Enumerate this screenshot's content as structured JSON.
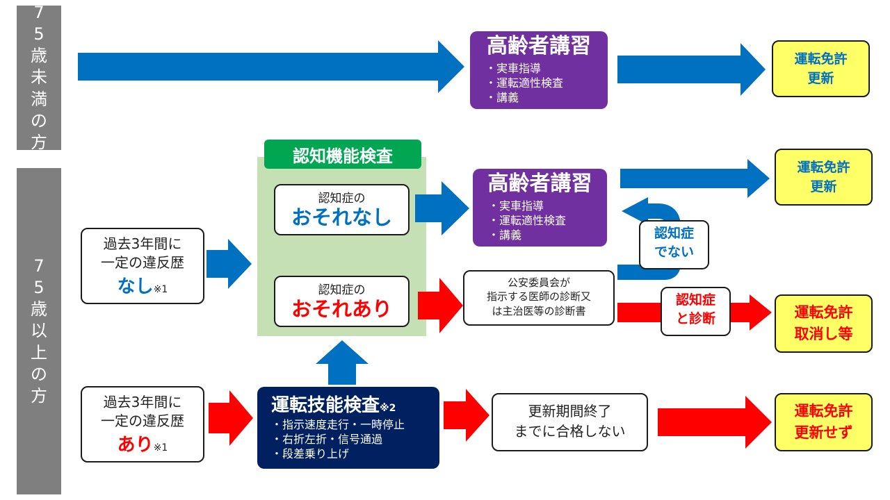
{
  "side_labels": {
    "under75": "75歳未満の方",
    "over75": "75歳以上の方"
  },
  "colors": {
    "blue": "#0070c0",
    "red": "#ff0000",
    "purple": "#7030a0",
    "navy": "#002060",
    "green": "#00a651",
    "yellow": "#ffff66"
  },
  "lecture_top": {
    "title": "高齢者講習",
    "items": [
      "・実車指導",
      "・運転適性検査",
      "・講義"
    ]
  },
  "lecture_mid": {
    "title": "高齢者講習",
    "items": [
      "・実車指導",
      "・運転適性検査",
      "・講義"
    ]
  },
  "renew_top": {
    "line1": "運転免許",
    "line2": "更新"
  },
  "renew_mid": {
    "line1": "運転免許",
    "line2": "更新"
  },
  "revoke": {
    "line1": "運転免許",
    "line2": "取消し等"
  },
  "no_renew": {
    "line1": "運転免許",
    "line2": "更新せず"
  },
  "cognitive_test": {
    "label": "認知機能検査"
  },
  "risk_none": {
    "line1": "認知症の",
    "line2": "おそれなし"
  },
  "risk_exists": {
    "line1": "認知症の",
    "line2": "おそれあり"
  },
  "violation_none": {
    "line1": "過去3年間に",
    "line2": "一定の違反歴",
    "big": "なし",
    "note": "※1"
  },
  "violation_exists": {
    "line1": "過去3年間に",
    "line2": "一定の違反歴",
    "big": "あり",
    "note": "※1"
  },
  "diagnosis_box": {
    "line1": "公安委員会が",
    "line2": "指示する医師の診断又",
    "line3": "は主治医等の診断書"
  },
  "not_dementia": {
    "line1": "認知症",
    "line2": "でない"
  },
  "dementia_diag": {
    "line1": "認知症",
    "line2": "と診断"
  },
  "driving_test": {
    "title": "運転技能検査",
    "note": "※2",
    "items": [
      "・指示速度走行・一時停止",
      "・右折左折・信号通過",
      "・段差乗り上げ"
    ]
  },
  "fail_box": {
    "line1": "更新期間終了",
    "line2": "までに合格しない"
  }
}
